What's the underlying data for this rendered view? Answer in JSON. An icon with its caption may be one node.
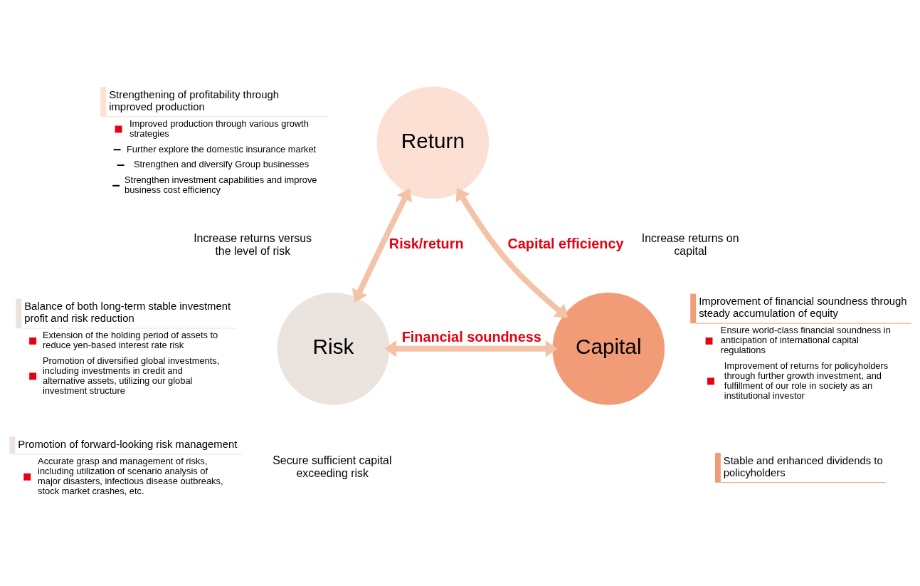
{
  "diagram": {
    "nodes": [
      {
        "text": [
          "Return"
        ]
      },
      {
        "text": [
          "Risk"
        ]
      },
      {
        "text": [
          "Capital"
        ]
      },
      {
        "text": [
          "Strengthening of profitability through improved production",
          "Improved production through various growth strategies",
          "Further explore the domestic insurance market",
          "Strengthen and diversify Group businesses",
          "Strengthen investment capabilities and improve business cost efficiency"
        ]
      },
      {
        "text": [
          "Balance of both long-term stable investment profit and risk reduction",
          "Extension of the holding period of assets to reduce yen-based interest rate risk",
          "Promotion of diversified global investments, including investments in credit and alternative assets, utilizing our global investment structure"
        ]
      },
      {
        "text": [
          "Promotion of forward-looking risk management",
          "Accurate grasp and management of risks, including utilization of scenario analysis of major disasters, infectious disease outbreaks, stock market crashes, etc."
        ]
      },
      {
        "text": [
          "Improvement of financial soundness through steady accumulation of equity",
          "Ensure world-class financial soundness in anticipation of international capital regulations",
          "Improvement of returns for policyholders through further growth investment, and fulfillment of our role in society as an institutional investor"
        ]
      },
      {
        "text": [
          "Stable and enhanced dividends to policyholders"
        ]
      }
    ],
    "edges": [
      {
        "from": 0,
        "to": 1,
        "arrow": "both",
        "label": "Risk/return"
      },
      {
        "from": 0,
        "to": 2,
        "arrow": "both",
        "label": "Capital efficiency"
      },
      {
        "from": 1,
        "to": 2,
        "arrow": "both",
        "label": "Financial soundness"
      }
    ],
    "labels": [
      "Increase returns versus the level of risk",
      "Increase returns on capital",
      "Secure sufficient capital exceeding risk"
    ]
  }
}
